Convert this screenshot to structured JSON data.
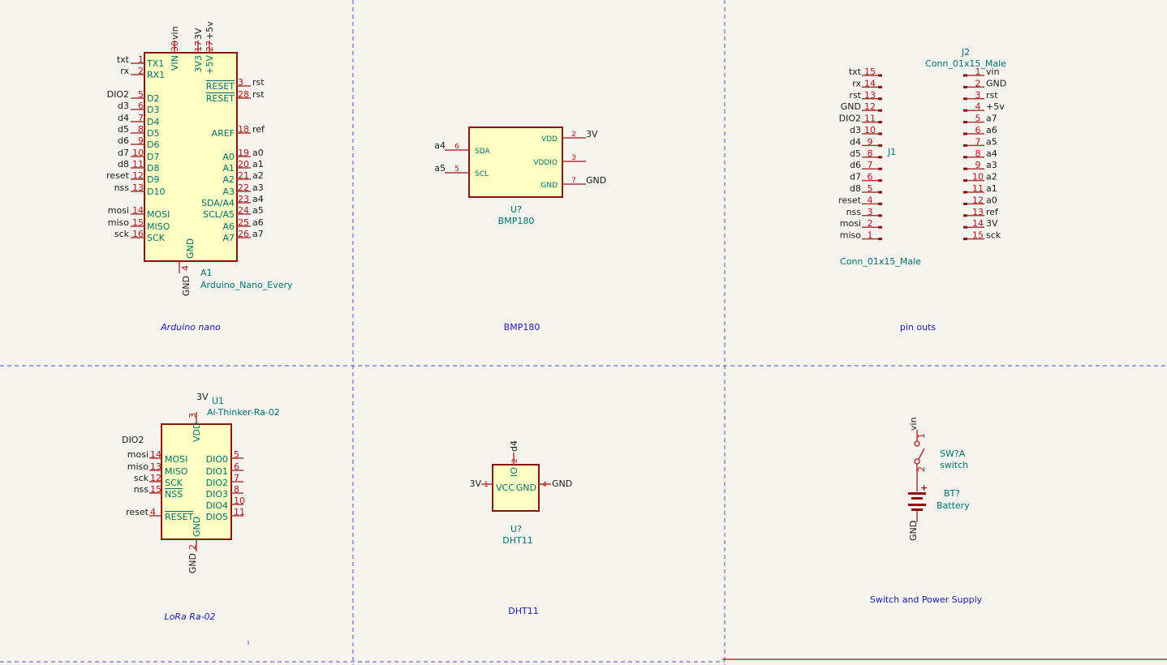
{
  "sheets": {
    "arduino": "Arduino nano",
    "bmp": "BMP180",
    "pinouts": "pin outs",
    "lora": "LoRa Ra-02",
    "dht": "DHT11",
    "power": "Switch and Power Supply"
  },
  "colors": {
    "background": "#f5f4ef",
    "body_fill": "#ffffc4",
    "body_stroke": "#8c1010",
    "pin_number": "#b01818",
    "pin_name": "#00706a",
    "sheet_label": "#1a1ab4",
    "border": "#5050c8"
  },
  "arduino": {
    "ref": "A1",
    "value": "Arduino_Nano_Every",
    "left": [
      {
        "num": "1",
        "name": "TX1",
        "net": "txt"
      },
      {
        "num": "2",
        "name": "RX1",
        "net": "rx"
      },
      {
        "num": "5",
        "name": "D2",
        "net": "DIO2"
      },
      {
        "num": "6",
        "name": "D3",
        "net": "d3"
      },
      {
        "num": "7",
        "name": "D4",
        "net": "d4"
      },
      {
        "num": "8",
        "name": "D5",
        "net": "d5"
      },
      {
        "num": "9",
        "name": "D6",
        "net": "d6"
      },
      {
        "num": "10",
        "name": "D7",
        "net": "d7"
      },
      {
        "num": "11",
        "name": "D8",
        "net": "d8"
      },
      {
        "num": "12",
        "name": "D9",
        "net": "reset"
      },
      {
        "num": "13",
        "name": "D10",
        "net": "nss"
      },
      {
        "num": "14",
        "name": "MOSI",
        "net": "mosi"
      },
      {
        "num": "15",
        "name": "MISO",
        "net": "miso"
      },
      {
        "num": "16",
        "name": "SCK",
        "net": "sck"
      }
    ],
    "right": [
      {
        "num": "3",
        "name": "RESET",
        "net": "rst",
        "over": true
      },
      {
        "num": "28",
        "name": "RESET",
        "net": "rst",
        "over": true
      },
      {
        "num": "18",
        "name": "AREF",
        "net": "ref"
      },
      {
        "num": "19",
        "name": "A0",
        "net": "a0"
      },
      {
        "num": "20",
        "name": "A1",
        "net": "a1"
      },
      {
        "num": "21",
        "name": "A2",
        "net": "a2"
      },
      {
        "num": "22",
        "name": "A3",
        "net": "a3"
      },
      {
        "num": "23",
        "name": "SDA/A4",
        "net": "a4"
      },
      {
        "num": "24",
        "name": "SCL/A5",
        "net": "a5"
      },
      {
        "num": "25",
        "name": "A6",
        "net": "a6"
      },
      {
        "num": "26",
        "name": "A7",
        "net": "a7"
      }
    ],
    "top": [
      {
        "num": "30",
        "name": "VIN",
        "net": "vin"
      },
      {
        "num": "17",
        "name": "3V3",
        "net": "3V"
      },
      {
        "num": "27",
        "name": "+5V",
        "net": "+5v"
      }
    ],
    "bottom": [
      {
        "num": "4",
        "name": "GND",
        "net": "GND"
      }
    ]
  },
  "bmp": {
    "ref": "U?",
    "value": "BMP180",
    "left": [
      {
        "num": "6",
        "name": "SDA",
        "net": "a4"
      },
      {
        "num": "5",
        "name": "SCL",
        "net": "a5"
      }
    ],
    "right": [
      {
        "num": "2",
        "name": "VDD",
        "net": "3V"
      },
      {
        "num": "3",
        "name": "VDDIO",
        "net": ""
      },
      {
        "num": "7",
        "name": "GND",
        "net": "GND"
      }
    ]
  },
  "j1": {
    "ref": "J1",
    "value": "Conn_01x15_Male",
    "pins": [
      {
        "num": "15",
        "net": "txt"
      },
      {
        "num": "14",
        "net": "rx"
      },
      {
        "num": "13",
        "net": "rst"
      },
      {
        "num": "12",
        "net": "GND"
      },
      {
        "num": "11",
        "net": "DIO2"
      },
      {
        "num": "10",
        "net": "d3"
      },
      {
        "num": "9",
        "net": "d4"
      },
      {
        "num": "8",
        "net": "d5"
      },
      {
        "num": "7",
        "net": "d6"
      },
      {
        "num": "6",
        "net": "d7"
      },
      {
        "num": "5",
        "net": "d8"
      },
      {
        "num": "4",
        "net": "reset"
      },
      {
        "num": "3",
        "net": "nss"
      },
      {
        "num": "2",
        "net": "mosi"
      },
      {
        "num": "1",
        "net": "miso"
      }
    ]
  },
  "j2": {
    "ref": "J2",
    "value": "Conn_01x15_Male",
    "pins": [
      {
        "num": "1",
        "net": "vin"
      },
      {
        "num": "2",
        "net": "GND"
      },
      {
        "num": "3",
        "net": "rst"
      },
      {
        "num": "4",
        "net": "+5v"
      },
      {
        "num": "5",
        "net": "a7"
      },
      {
        "num": "6",
        "net": "a6"
      },
      {
        "num": "7",
        "net": "a5"
      },
      {
        "num": "8",
        "net": "a4"
      },
      {
        "num": "9",
        "net": "a3"
      },
      {
        "num": "10",
        "net": "a2"
      },
      {
        "num": "11",
        "net": "a1"
      },
      {
        "num": "12",
        "net": "a0"
      },
      {
        "num": "13",
        "net": "ref"
      },
      {
        "num": "14",
        "net": "3V"
      },
      {
        "num": "15",
        "net": "sck"
      }
    ]
  },
  "lora": {
    "ref": "U1",
    "value": "Ai-Thinker-Ra-02",
    "stray_label": "DIO2",
    "left": [
      {
        "num": "14",
        "name": "MOSI",
        "net": "mosi"
      },
      {
        "num": "13",
        "name": "MISO",
        "net": "miso"
      },
      {
        "num": "12",
        "name": "SCK",
        "net": "sck"
      },
      {
        "num": "15",
        "name": "NSS",
        "net": "nss",
        "over": true
      },
      {
        "num": "4",
        "name": "RESET",
        "net": "reset",
        "over": true
      }
    ],
    "right": [
      {
        "num": "5",
        "name": "DIO0"
      },
      {
        "num": "6",
        "name": "DIO1"
      },
      {
        "num": "7",
        "name": "DIO2"
      },
      {
        "num": "8",
        "name": "DIO3"
      },
      {
        "num": "10",
        "name": "DIO4"
      },
      {
        "num": "11",
        "name": "DIO5"
      }
    ],
    "top": [
      {
        "num": "3",
        "name": "VDD",
        "net": "3V"
      }
    ],
    "bottom": [
      {
        "num": "2",
        "name": "GND",
        "net": "GND"
      }
    ]
  },
  "dht": {
    "ref": "U?",
    "value": "DHT11",
    "left": [
      {
        "num": "1",
        "name": "VCC",
        "net": "3V"
      }
    ],
    "right": [
      {
        "num": "4",
        "name": "GND",
        "net": "GND"
      }
    ],
    "top": [
      {
        "num": "2",
        "name": "IO",
        "net": "d4"
      }
    ]
  },
  "power": {
    "sw_ref": "SW?A",
    "sw_value": "switch",
    "sw_pin1": "1",
    "sw_pin2": "2",
    "bt_ref": "BT?",
    "bt_value": "Battery",
    "bt_plus": "+",
    "net_top": "vin",
    "net_bottom": "GND"
  }
}
